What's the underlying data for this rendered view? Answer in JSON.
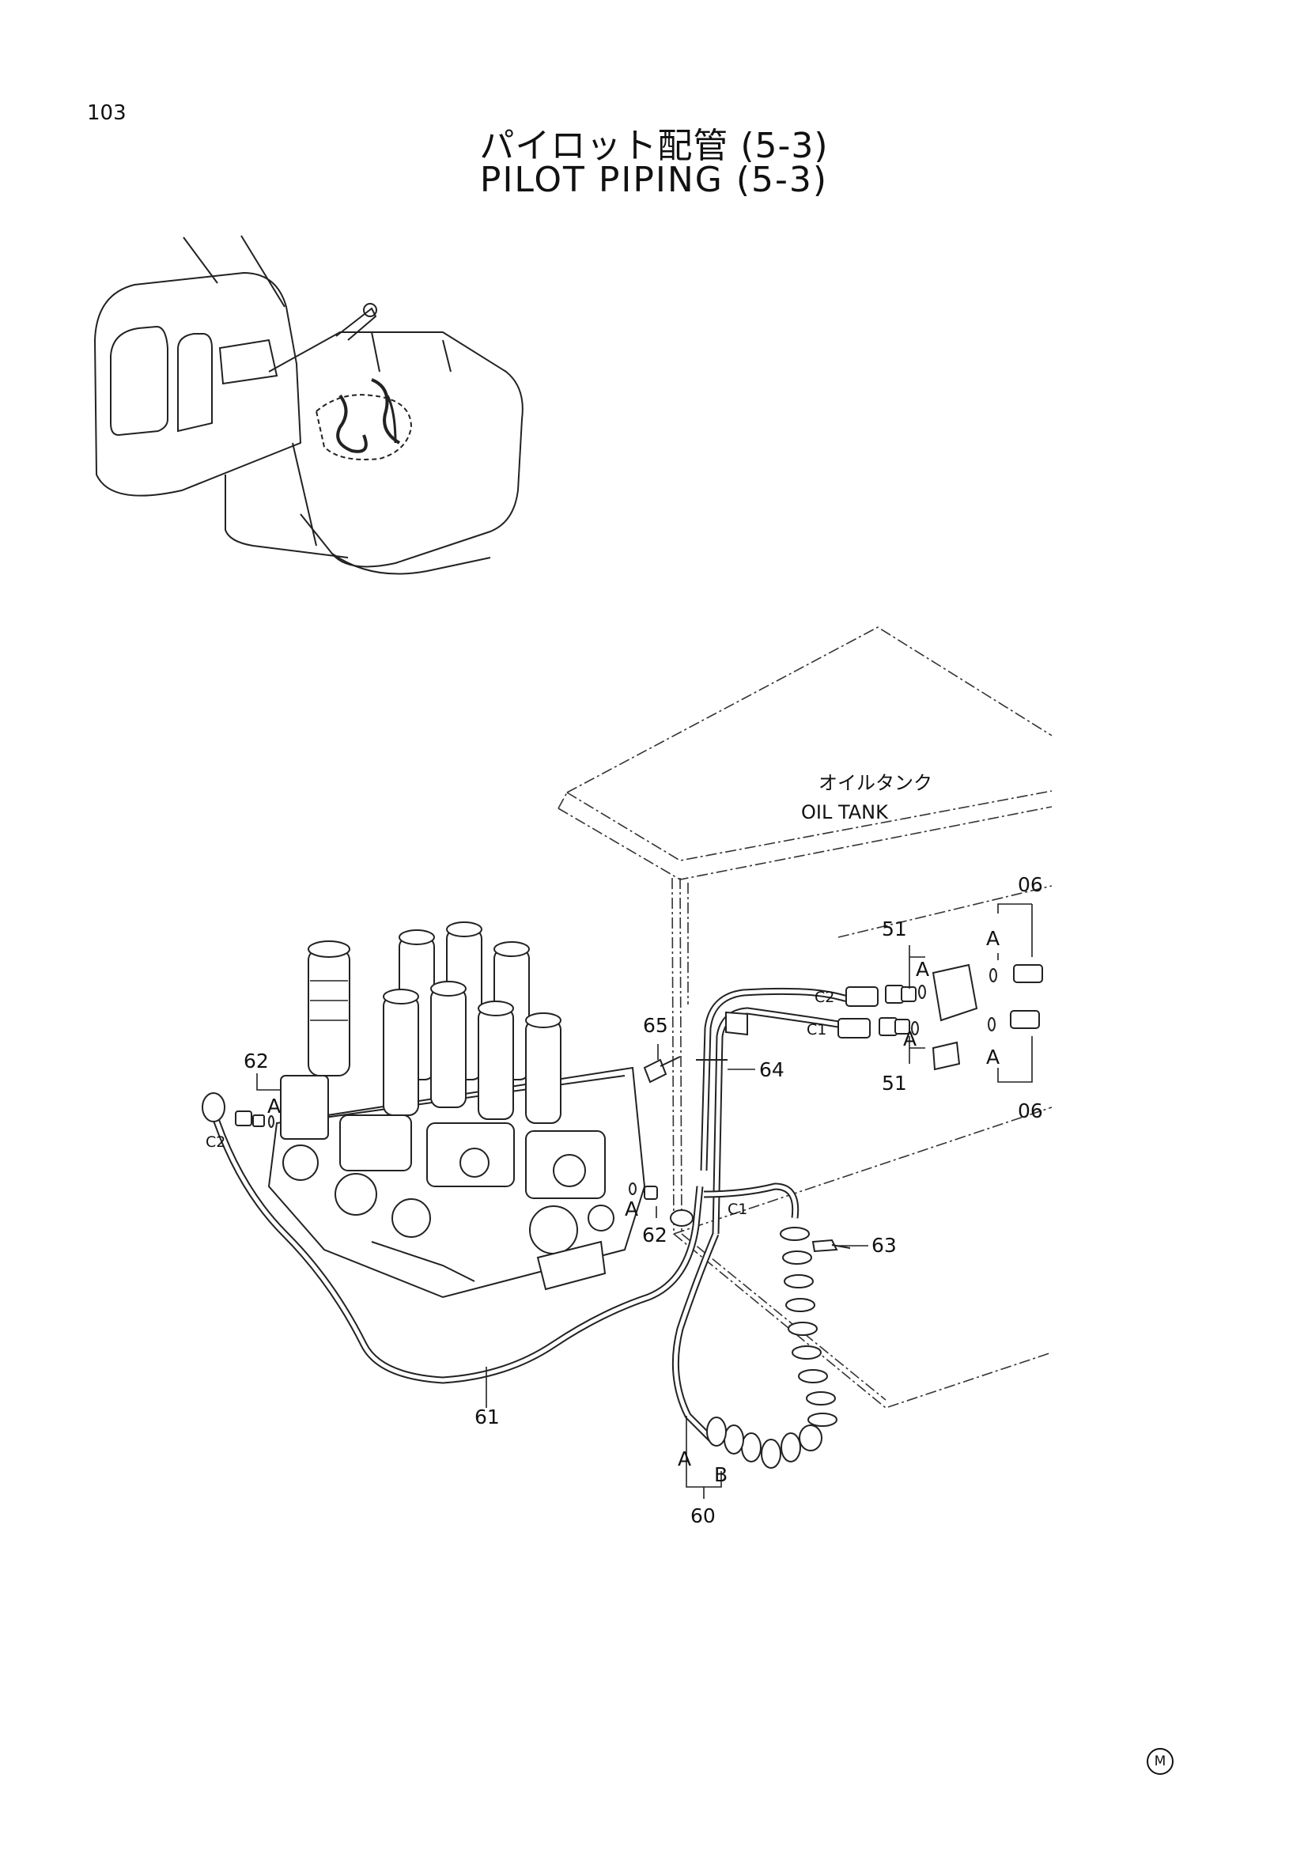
{
  "header": {
    "page_number": "103",
    "title_jp": "パイロット配管 (5-3)",
    "title_en": "PILOT PIPING (5-3)"
  },
  "oil_tank": {
    "label_jp": "オイルタンク",
    "label_en": "OIL TANK"
  },
  "callouts": {
    "p06_top": "06",
    "p06_bottom": "06",
    "p51_top": "51",
    "p51_bottom": "51",
    "p60": "60",
    "p61": "61",
    "p62_left": "62",
    "p62_right": "62",
    "p63": "63",
    "p64": "64",
    "p65": "65"
  },
  "port_labels": {
    "c1_upper": "C1",
    "c2_upper": "C2",
    "c1_lower": "C1",
    "c2_left": "C2"
  },
  "letter_labels": {
    "a_51_top": "A",
    "a_51_bottom": "A",
    "a_06_top": "A",
    "a_06_bottom": "A",
    "a_62_left": "A",
    "a_62_right": "A",
    "a_60": "A",
    "b_60": "B"
  },
  "mark": "M"
}
